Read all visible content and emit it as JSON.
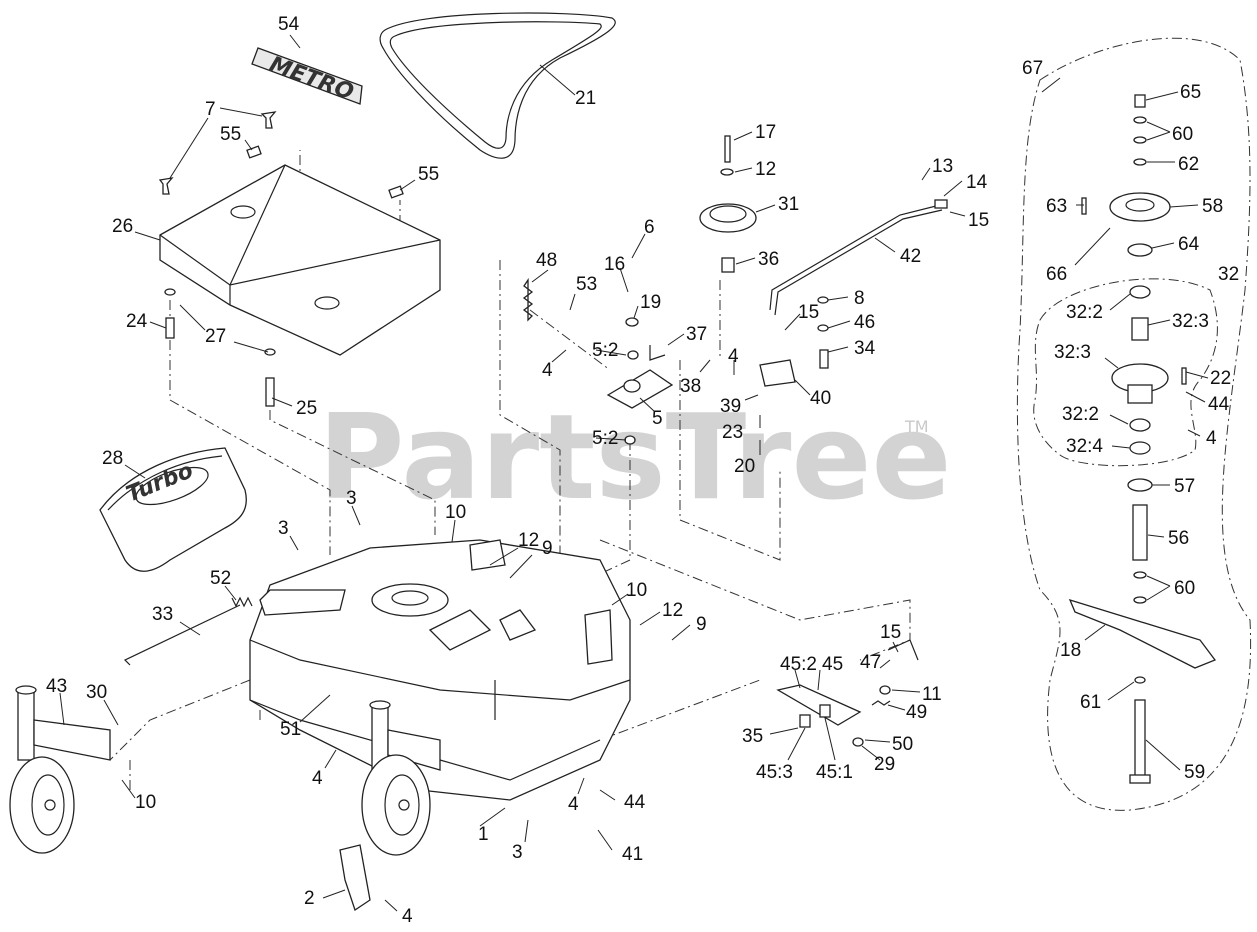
{
  "watermark": {
    "brand": "PartsTree",
    "mark": "TM"
  },
  "decals": {
    "metro": "METRO",
    "turbo": "Turbo"
  },
  "callouts": {
    "c54": "54",
    "c21": "21",
    "c7": "7",
    "c55a": "55",
    "c55b": "55",
    "c26": "26",
    "c24": "24",
    "c27": "27",
    "c25": "25",
    "c28": "28",
    "c3a": "3",
    "c3b": "3",
    "c10a": "10",
    "c12a": "12",
    "c9a": "9",
    "c52": "52",
    "c33": "33",
    "c43": "43",
    "c30": "30",
    "c10b": "10",
    "c51": "51",
    "c4a": "4",
    "c1": "1",
    "c3c": "3",
    "c4b": "4",
    "c44a": "44",
    "c41": "41",
    "c2": "2",
    "c4c": "4",
    "c10c": "10",
    "c12b": "12",
    "c9b": "9",
    "c17": "17",
    "c12c": "12",
    "c31": "31",
    "c36": "36",
    "c6": "6",
    "c16": "16",
    "c48": "48",
    "c53": "53",
    "c19": "19",
    "c37": "37",
    "c5_2a": "5:2",
    "c4d": "4",
    "c38": "38",
    "c5": "5",
    "c5_2b": "5:2",
    "c13": "13",
    "c14": "14",
    "c15a": "15",
    "c42": "42",
    "c8": "8",
    "c15b": "15",
    "c46": "46",
    "c34": "34",
    "c4e": "4",
    "c39": "39",
    "c40": "40",
    "c23": "23",
    "c20": "20",
    "c15c": "15",
    "c47": "47",
    "c45_2": "45:2",
    "c45": "45",
    "c11": "11",
    "c49": "49",
    "c35": "35",
    "c50": "50",
    "c45_3": "45:3",
    "c45_1": "45:1",
    "c29": "29",
    "c67": "67",
    "c65": "65",
    "c60a": "60",
    "c62": "62",
    "c63": "63",
    "c58": "58",
    "c64": "64",
    "c66": "66",
    "c32": "32",
    "c32_2a": "32:2",
    "c32_3a": "32:3",
    "c32_3b": "32:3",
    "c22": "22",
    "c44b": "44",
    "c32_2b": "32:2",
    "c4f": "4",
    "c32_4": "32:4",
    "c57": "57",
    "c56": "56",
    "c60b": "60",
    "c18": "18",
    "c61": "61",
    "c59": "59"
  }
}
